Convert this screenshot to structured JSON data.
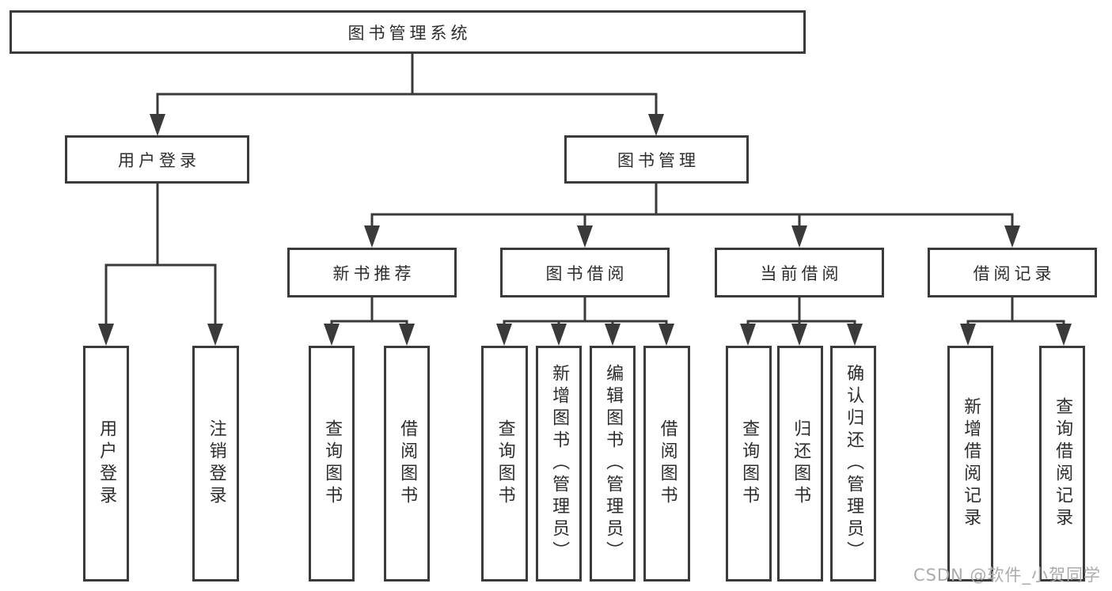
{
  "diagram": {
    "root": {
      "label": "图书管理系统"
    },
    "level2": [
      {
        "label": "用户登录"
      },
      {
        "label": "图书管理"
      }
    ],
    "level3": [
      {
        "label": "新书推荐"
      },
      {
        "label": "图书借阅"
      },
      {
        "label": "当前借阅"
      },
      {
        "label": "借阅记录"
      }
    ],
    "leaves": {
      "user_login": [
        "用户登录",
        "注销登录"
      ],
      "new_book_rec": [
        "查询图书",
        "借阅图书"
      ],
      "book_borrow": [
        "查询图书",
        "新增图书（管理员）",
        "编辑图书（管理员）",
        "借阅图书"
      ],
      "current_borrow": [
        "查询图书",
        "归还图书",
        "确认归还（管理员）"
      ],
      "borrow_records": [
        "新增借阅记录",
        "查询借阅记录"
      ]
    },
    "watermark": "CSDN @软件_小贺同学",
    "colors": {
      "line": "#3a3a3a",
      "text": "#2d2d2d",
      "background": "#ffffff",
      "watermark": "#ababab"
    }
  }
}
